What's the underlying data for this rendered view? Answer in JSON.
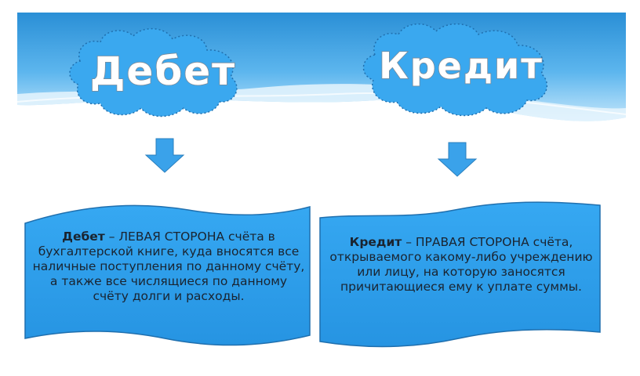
{
  "header": {
    "debit_title": "Дебет",
    "credit_title": "Кредит"
  },
  "debit_box": {
    "term": "Дебет",
    "dash": " – ",
    "definition": "ЛЕВАЯ СТОРОНА счёта в бухгалтерской книге, куда вносятся все наличные поступления по данному счёту, а также все числящиеся по данному счёту долги и расходы."
  },
  "credit_box": {
    "term": "Кредит",
    "dash": " – ",
    "definition": "ПРАВАЯ СТОРОНА счёта, открываемого какому-либо учреждению или лицу, на которую заносятся причитающиеся ему к уплате суммы."
  },
  "colors": {
    "sky_top": "#2a8fd6",
    "sky_bottom": "#bfe3fb",
    "cloud": "#3aa8ef",
    "arrow": "#3aa2ea",
    "box": "#2d9fee"
  }
}
